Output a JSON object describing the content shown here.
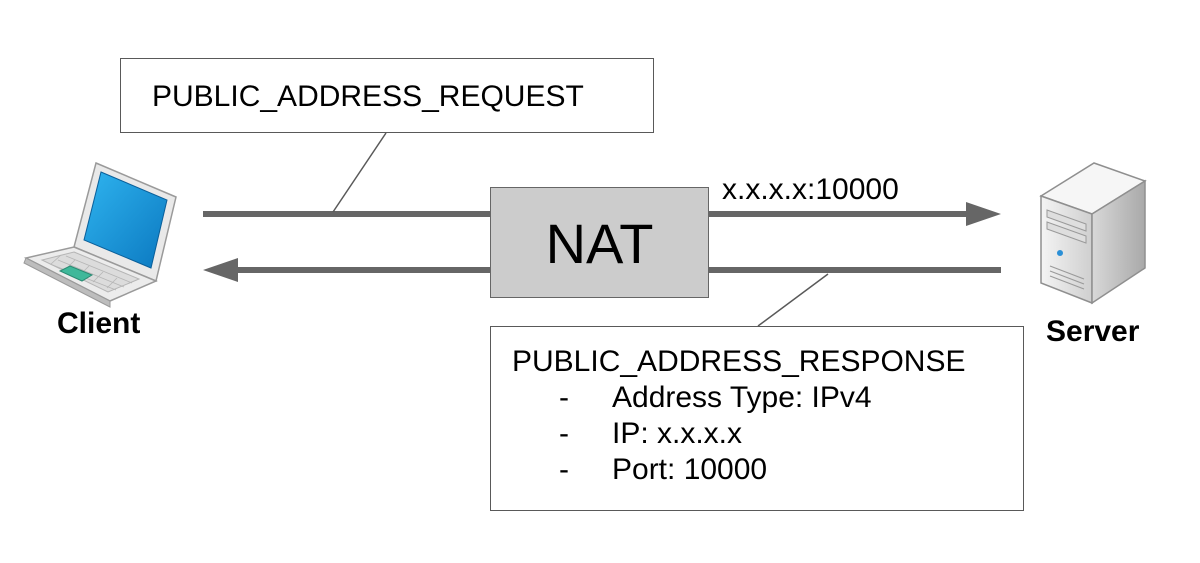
{
  "request_label": "PUBLIC_ADDRESS_REQUEST",
  "nat_label": "NAT",
  "translated_address": "x.x.x.x:10000",
  "response": {
    "title": "PUBLIC_ADDRESS_RESPONSE",
    "items": [
      {
        "bullet": "-",
        "text": "Address Type: IPv4"
      },
      {
        "bullet": "-",
        "text": "IP: x.x.x.x"
      },
      {
        "bullet": "-",
        "text": "Port: 10000"
      }
    ]
  },
  "client": {
    "label": "Client",
    "icon": "laptop-icon"
  },
  "server": {
    "label": "Server",
    "icon": "server-tower-icon"
  },
  "colors": {
    "line": "#666666",
    "nat_fill": "#cccccc",
    "box_border": "#595959",
    "laptop_screen": "#1e9ad6",
    "laptop_pad": "#3fb89a"
  }
}
